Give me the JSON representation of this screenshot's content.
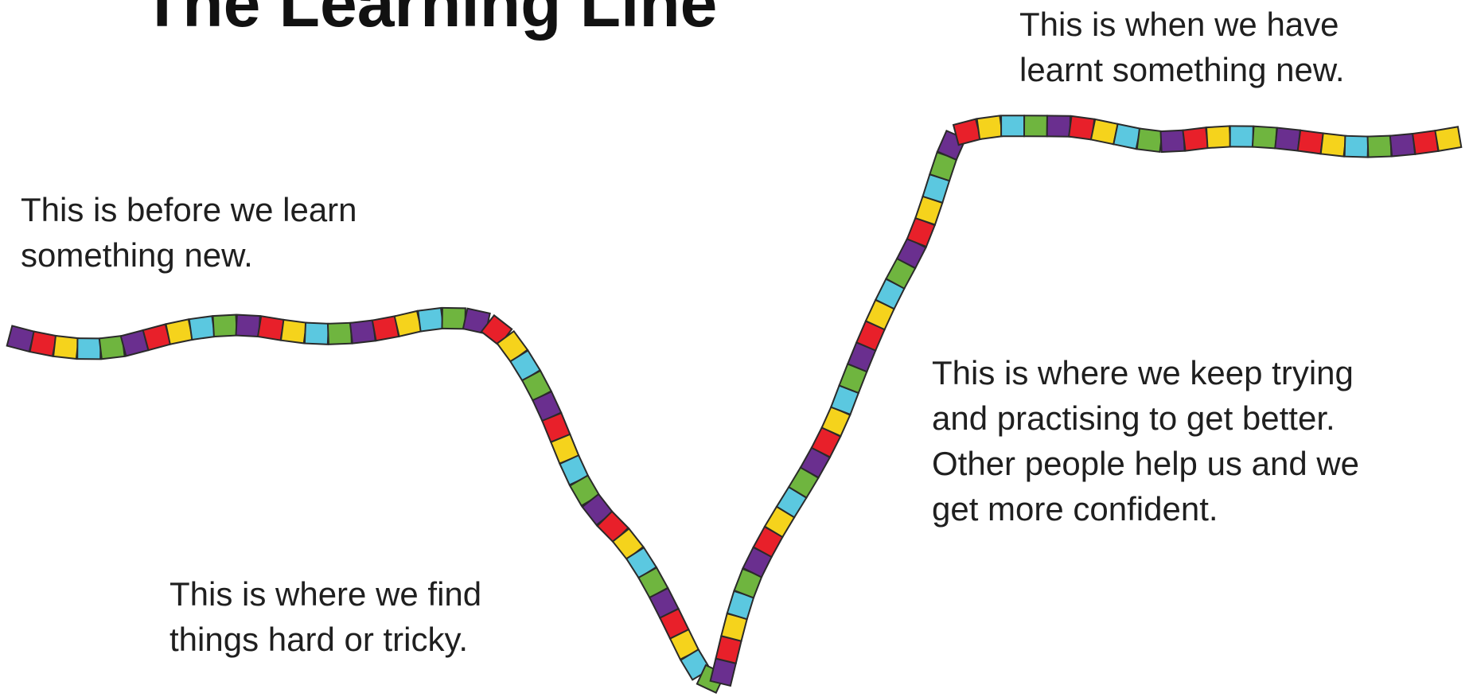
{
  "title": "The Learning Line",
  "captions": {
    "before": "This is before we learn\nsomething new.",
    "hard": "This is where we find\nthings hard or tricky.",
    "trying": "This is where we keep trying\nand practising to get better.\nOther people help us and we\nget more confident.",
    "after": "This is when we have\nlearnt something new."
  },
  "line_colors": [
    "#6a2f8f",
    "#e8202a",
    "#f5d31c",
    "#5bc8e0",
    "#6fb53f"
  ]
}
